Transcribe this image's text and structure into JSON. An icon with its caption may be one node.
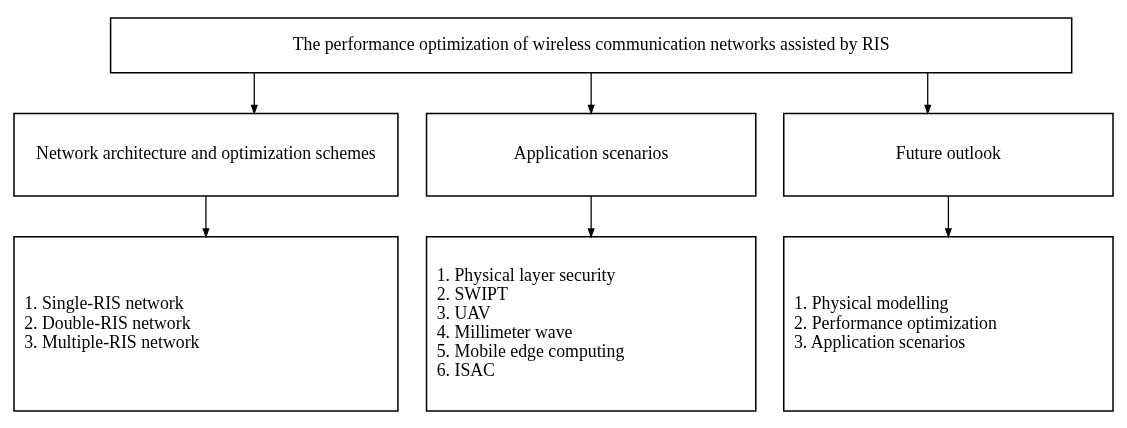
{
  "diagram": {
    "nodes": [
      {
        "text": [
          "The performance optimization of wireless communication networks assisted by RIS"
        ]
      },
      {
        "text": [
          "Network architecture and optimization schemes"
        ]
      },
      {
        "text": [
          "Application scenarios"
        ]
      },
      {
        "text": [
          "Future outlook"
        ]
      },
      {
        "text": [
          "1. Single-RIS network",
          "2. Double-RIS network",
          "3. Multiple-RIS network"
        ]
      },
      {
        "text": [
          "1. Physical layer security",
          "2. SWIPT",
          "3. UAV",
          "4. Millimeter wave",
          "5. Mobile edge computing",
          "6. ISAC"
        ]
      },
      {
        "text": [
          "1. Physical modelling",
          "2. Performance optimization",
          "3. Application scenarios"
        ]
      }
    ],
    "edges": [
      {
        "from": 0,
        "to": 1,
        "arrow": "to"
      },
      {
        "from": 0,
        "to": 2,
        "arrow": "to"
      },
      {
        "from": 0,
        "to": 3,
        "arrow": "to"
      },
      {
        "from": 1,
        "to": 4,
        "arrow": "to"
      },
      {
        "from": 2,
        "to": 5,
        "arrow": "to"
      },
      {
        "from": 3,
        "to": 6,
        "arrow": "to"
      }
    ]
  }
}
